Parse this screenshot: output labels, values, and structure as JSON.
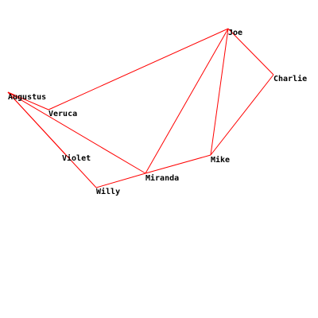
{
  "graph": {
    "edge_color": "#ff0000",
    "label_color": "#000000",
    "background": "#ffffff",
    "nodes": [
      {
        "id": "Joe",
        "label": "Joe"
      },
      {
        "id": "Charlie",
        "label": "Charlie"
      },
      {
        "id": "Augustus",
        "label": "Augustus"
      },
      {
        "id": "Veruca",
        "label": "Veruca"
      },
      {
        "id": "Violet",
        "label": "Violet"
      },
      {
        "id": "Mike",
        "label": "Mike"
      },
      {
        "id": "Miranda",
        "label": "Miranda"
      },
      {
        "id": "Willy",
        "label": "Willy"
      }
    ],
    "edges": [
      {
        "source": "Joe",
        "target": "Veruca"
      },
      {
        "source": "Joe",
        "target": "Charlie"
      },
      {
        "source": "Joe",
        "target": "Mike"
      },
      {
        "source": "Joe",
        "target": "Miranda"
      },
      {
        "source": "Charlie",
        "target": "Mike"
      },
      {
        "source": "Augustus",
        "target": "Veruca"
      },
      {
        "source": "Augustus",
        "target": "Violet"
      },
      {
        "source": "Augustus",
        "target": "Willy"
      },
      {
        "source": "Augustus",
        "target": "Miranda"
      },
      {
        "source": "Miranda",
        "target": "Mike"
      },
      {
        "source": "Willy",
        "target": "Miranda"
      }
    ]
  }
}
